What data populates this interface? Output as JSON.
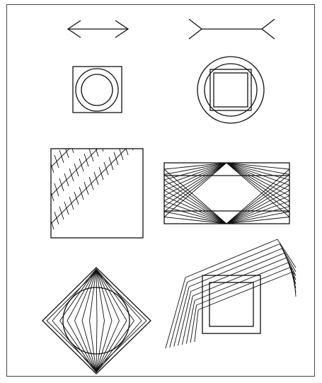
{
  "figure": {
    "ink_color": "#111111",
    "frame_color": "#444444",
    "background_color": "#ffffff",
    "illusions": [
      "muller-lyer-inward-arrows",
      "muller-lyer-outward-fins",
      "circle-in-square",
      "square-in-circle",
      "zollner-hatched-square",
      "hering-fan-rectangle",
      "circle-in-diamond-with-fan",
      "square-over-parallel-lines"
    ]
  }
}
